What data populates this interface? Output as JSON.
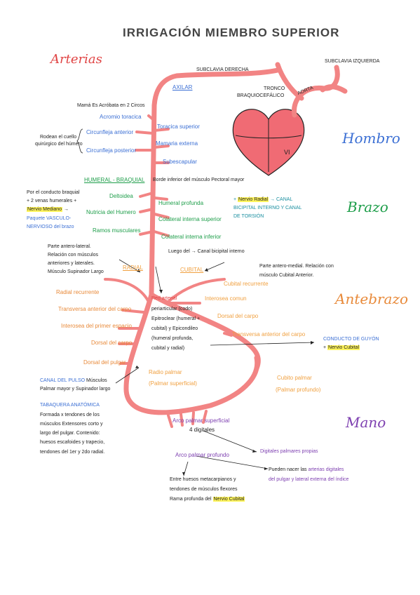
{
  "title": "IRRIGACIÓN MIEMBRO SUPERIOR",
  "colors": {
    "artery": "#f28484",
    "heart": "#f06b74",
    "orange": "#f0a040",
    "blue": "#3b6fd4",
    "green": "#1e9e4a",
    "purple": "#7d3fb0",
    "teal": "#1a8fa0",
    "hand_orange": "#e88a3a",
    "red": "#e04444",
    "dark": "#222222"
  },
  "sections": {
    "arterias": "Arterias",
    "hombro": "Hombro",
    "brazo": "Brazo",
    "antebrazo": "Antebrazo",
    "mano": "Mano"
  },
  "labels": {
    "subclavia_derecha": "SUBCLAVIA DERECHA",
    "subclavia_izquierda": "SUBCLAVIA IZQUIERDA",
    "tronco": "TRONCO",
    "braquiocefalico": "BRAQUIOCEFÁLICO",
    "aorta": "AORTA",
    "vi": "VI",
    "axilar": "AXILAR",
    "mama_note": "Mamá Es Acróbata en 2 Circos",
    "acromio_toracica": "Acromio toracica",
    "circunfleja_anterior": "Circunfleja anterior",
    "circunfleja_posterior": "Circunfleja posterior",
    "rodean_1": "Rodean el cuello",
    "rodean_2": "quirúrgico del húmero",
    "toracica_superior": "Toracica superior",
    "mamaria_externa": "Mamaria externa",
    "subescapular": "Subescapular",
    "humeral_braquial": "HUMERAL - BRAQUIAL",
    "borde_inferior": "Borde inferior del músculo Pectoral mayor",
    "conducto_1": "Por el conducto braquial",
    "conducto_2": "+ 2 venas humerales +",
    "nervio_mediano": "Nervio Mediano",
    "paquete_1": "Paquete VASCULO-",
    "paquete_2": "NERVIOSO del brazo",
    "deltoidea": "Deltoidea",
    "nutricia": "Nutricia del Humero",
    "ramos_musculares": "Ramos musculares",
    "humeral_profunda": "Humeral profunda",
    "nervio_radial": "Nervio Radial",
    "canal_1": "CANAL",
    "canal_2": "BICIPITAL INTERNO Y CANAL",
    "canal_3": "DE TORSIÓN",
    "colateral_superior": "Colateral interna superior",
    "colateral_inferior": "Colateral interna inferior",
    "luego_del": "Luego del",
    "canal_bicipital": "Canal bicipital interno",
    "radial_parte_1": "Parte antero-lateral.",
    "radial_parte_2": "Relación con músculos",
    "radial_parte_3": "anteriores y laterales.",
    "radial_parte_4": "Músculo Supinador Largo",
    "radial": "RADIAL",
    "cubital": "CUBITAL",
    "cubital_parte_1": "Parte antero-medial. Relación con",
    "cubital_parte_2": "músculo Cubital Anterior.",
    "radial_recurrente": "Radial recurrente",
    "cubital_recurrente": "Cubital recurrente",
    "transversa_carpo": "Transversa anterior del carpo",
    "interosea_comun": "Interosea comun",
    "interosea_metacarpo": "Interosea del primer espacio",
    "dorsal_carpo_l": "Dorsal del carpo",
    "dorsal_carpo_r": "Dorsal del carpo",
    "transversa_carpo_r": "Transversa anterior del carpo",
    "dorsal_pulgar": "Dorsal del pulgar",
    "red_arterial": "Red arterial",
    "red_1": "periarticular (codo)",
    "red_2": "Epitroclear (humeral +",
    "red_3": "cubital) y Epicondileo",
    "red_4": "(humeral profunda,",
    "red_5": "cubital y radial)",
    "conducto_guyon": "CONDUCTO DE GUYÓN",
    "nervio_cubital_1": "Nervio Cubital",
    "radio_palmar": "Radio palmar",
    "palmar_superficial_paren": "(Palmar superficial)",
    "cubito_palmar": "Cubito palmar",
    "palmar_profundo_paren": "(Palmar profundo)",
    "canal_pulso": "CANAL DEL PULSO",
    "canal_pulso_rest": "Músculos",
    "canal_pulso_2": "Palmar mayor y Supinador largo",
    "tabaquera": "TABAQUERA ANATÓMICA",
    "tab_1": "Formada x tendones de los",
    "tab_2": "músculos Extensores corto y",
    "tab_3": "largo del pulgar. Contenido:",
    "tab_4": "huesos escafoides y trapecio,",
    "tab_5": "tendones del 1er y 2do radial.",
    "arco_superficial": "Arco palmar superficial",
    "digitales_4": "4 digitales",
    "digitales_propias": "Digitales palmares propias",
    "arco_profundo": "Arco palmar profundo",
    "pueden_1": "Pueden nacer las",
    "pueden_2": "arterias digitales",
    "pueden_3": "del pulgar y lateral externa del índice",
    "entre_1": "Entre huesos metacarpianos y",
    "entre_2": "tendones de músculos flexores",
    "rama_profunda": "Rama profunda del",
    "nervio_cubital_2": "Nervio Cubital"
  }
}
